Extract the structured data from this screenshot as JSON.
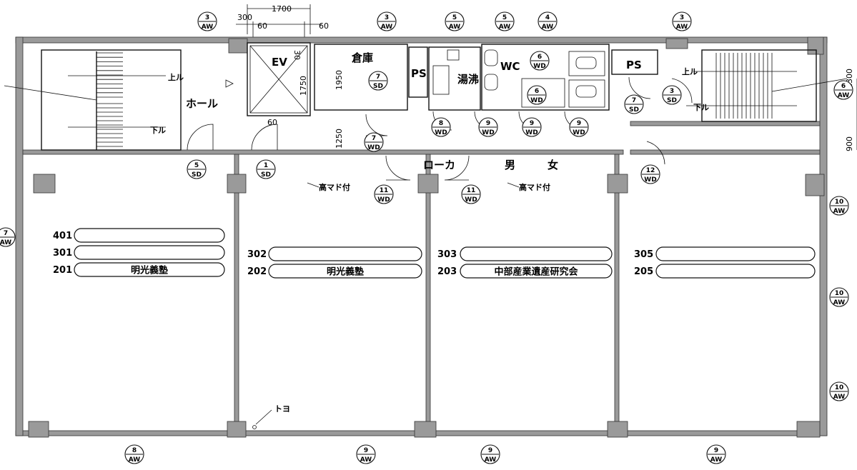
{
  "dimensions": {
    "top_width": "1700",
    "offset_300": "300",
    "offset_60_a": "60",
    "offset_60_b": "60",
    "offset_30": "30",
    "ev_depth": "1750",
    "storage_depth": "1950",
    "corridor_depth": "1250",
    "offset_60_c": "60",
    "right_dim_a": "2300",
    "right_dim_b": "900"
  },
  "rooms": {
    "ev": "EV",
    "hall": "ホール",
    "storage": "倉庫",
    "ps_left": "PS",
    "kettle": "湯沸",
    "wc": "WC",
    "ps_right": "PS",
    "corridor": "ローカ",
    "men": "男",
    "women": "女"
  },
  "stairs": {
    "left_up": "上ル",
    "left_down": "下ル",
    "right_up": "上ル",
    "right_down": "下ル"
  },
  "notes": {
    "window_a": "高マド付",
    "window_b": "高マド付",
    "toyo": "トヨ"
  },
  "tags": [
    {
      "num": "3",
      "code": "AW"
    },
    {
      "num": "3",
      "code": "AW"
    },
    {
      "num": "5",
      "code": "AW"
    },
    {
      "num": "5",
      "code": "AW"
    },
    {
      "num": "4",
      "code": "AW"
    },
    {
      "num": "3",
      "code": "AW"
    },
    {
      "num": "7",
      "code": "SD"
    },
    {
      "num": "6",
      "code": "WD"
    },
    {
      "num": "6",
      "code": "WD"
    },
    {
      "num": "7",
      "code": "SD"
    },
    {
      "num": "3",
      "code": "SD"
    },
    {
      "num": "6",
      "code": "AW"
    },
    {
      "num": "8",
      "code": "WD"
    },
    {
      "num": "9",
      "code": "WD"
    },
    {
      "num": "9",
      "code": "WD"
    },
    {
      "num": "9",
      "code": "WD"
    },
    {
      "num": "7",
      "code": "WD"
    },
    {
      "num": "12",
      "code": "WD"
    },
    {
      "num": "5",
      "code": "SD"
    },
    {
      "num": "1",
      "code": "SD"
    },
    {
      "num": "11",
      "code": "WD"
    },
    {
      "num": "11",
      "code": "WD"
    },
    {
      "num": "7",
      "code": "AW"
    },
    {
      "num": "10",
      "code": "AW"
    },
    {
      "num": "10",
      "code": "AW"
    },
    {
      "num": "10",
      "code": "AW"
    },
    {
      "num": "8",
      "code": "AW"
    },
    {
      "num": "9",
      "code": "AW"
    },
    {
      "num": "9",
      "code": "AW"
    },
    {
      "num": "9",
      "code": "AW"
    }
  ],
  "units": [
    {
      "rows": [
        {
          "num": "401",
          "name": ""
        },
        {
          "num": "301",
          "name": ""
        },
        {
          "num": "201",
          "name": "明光義塾"
        }
      ]
    },
    {
      "rows": [
        {
          "num": "302",
          "name": ""
        },
        {
          "num": "202",
          "name": "明光義塾"
        }
      ]
    },
    {
      "rows": [
        {
          "num": "303",
          "name": ""
        },
        {
          "num": "203",
          "name": "中部産業遺産研究会"
        }
      ]
    },
    {
      "rows": [
        {
          "num": "305",
          "name": ""
        },
        {
          "num": "205",
          "name": ""
        }
      ]
    }
  ]
}
